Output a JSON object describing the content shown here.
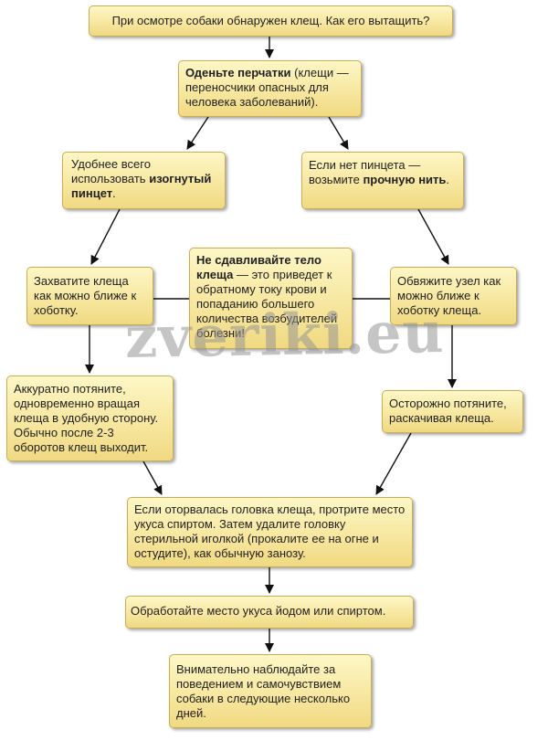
{
  "watermark": "zveriki.eu",
  "nodes": {
    "q": {
      "text": "При осмотре собаки обнаружен клещ. Как его вытащить?"
    },
    "gloves": {
      "bold": "Оденьте перчатки",
      "text": " (клещи — переносчики опасных для человека заболеваний)."
    },
    "tweezers": {
      "text": "Удобнее всего использовать ",
      "bold": "изогнутый пинцет",
      "tail": "."
    },
    "thread": {
      "text": "Если нет пинцета — возьмите ",
      "bold": "прочную нить",
      "tail": "."
    },
    "warning": {
      "bold": "Не сдавливайте тело клеща",
      "text": " — это приведет к обратному току крови и попаданию большего количества возбудителей болезни!"
    },
    "grab": {
      "text": "Захватите клеща как можно ближе к хоботку."
    },
    "knot": {
      "text": "Обвяжите узел как можно ближе к хоботку клеща."
    },
    "pull_rotate": {
      "text": "Аккуратно потяните, одновременно вращая клеща в удобную сторону. Обычно после 2-3 оборотов клещ выходит."
    },
    "pull_swing": {
      "text": "Осторожно потяните, раскачивая клеща."
    },
    "head": {
      "text": "Если оторвалась головка клеща, протрите место укуса спиртом. Затем удалите головку стерильной иголкой (прокалите ее на огне и остудите), как обычную занозу."
    },
    "iodine": {
      "text": "Обработайте место укуса йодом или спиртом."
    },
    "watch": {
      "text": "Внимательно наблюдайте за поведением и самочувствием собаки в следующие несколько дней."
    }
  }
}
